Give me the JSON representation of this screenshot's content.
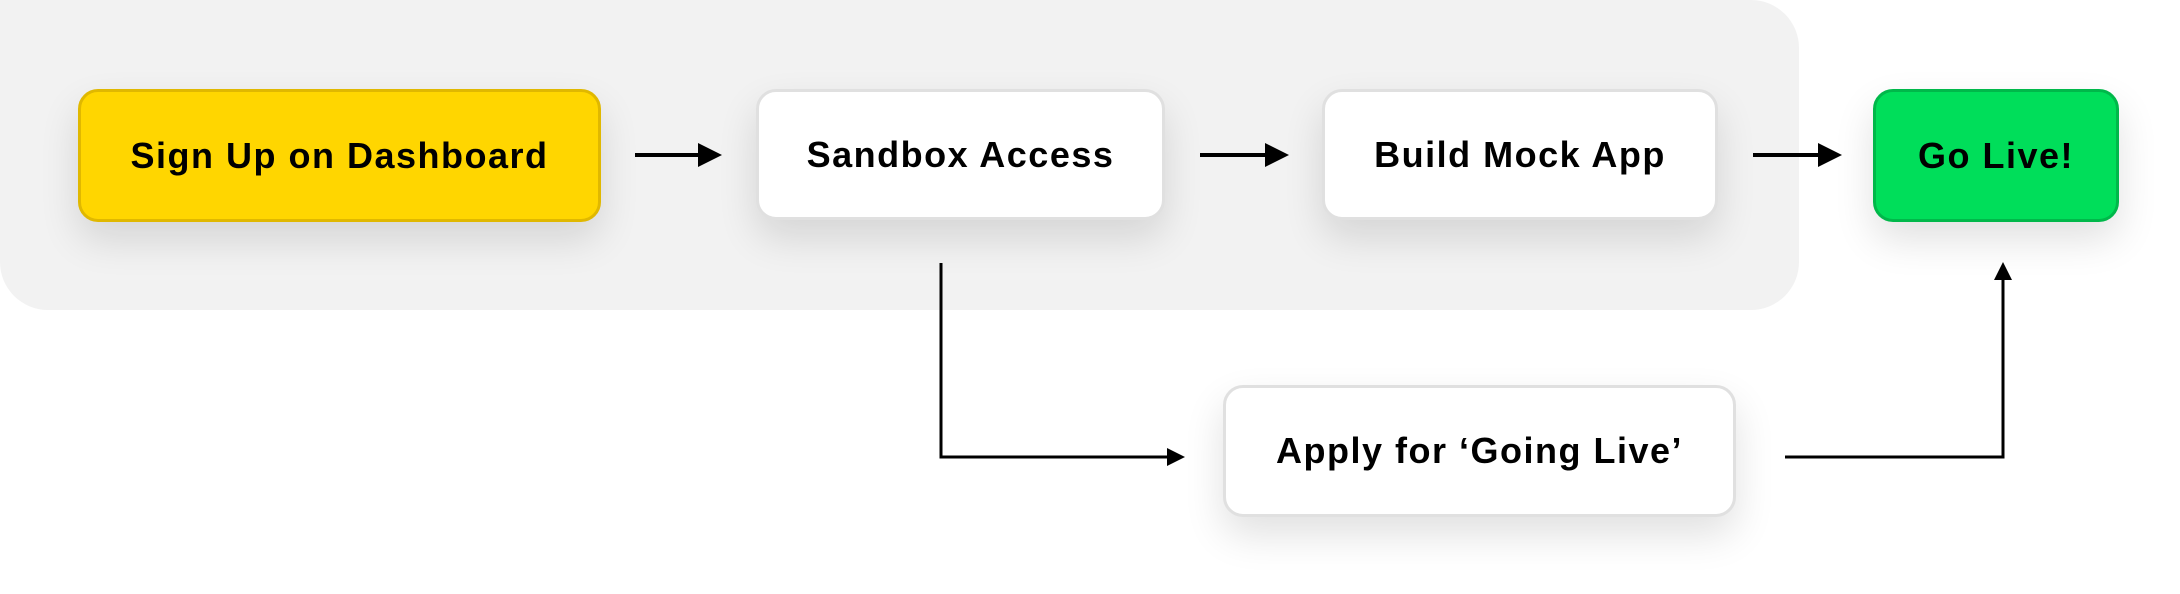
{
  "nodes": {
    "signup": {
      "label": "Sign Up on Dashboard",
      "color": "#ffd600"
    },
    "sandbox": {
      "label": "Sandbox Access",
      "color": "#ffffff"
    },
    "build": {
      "label": "Build Mock App",
      "color": "#ffffff"
    },
    "golive": {
      "label": "Go Live!",
      "color": "#00de5a"
    },
    "apply": {
      "label": "Apply for ‘Going Live’",
      "color": "#ffffff"
    }
  },
  "edges": [
    {
      "from": "signup",
      "to": "sandbox"
    },
    {
      "from": "sandbox",
      "to": "build"
    },
    {
      "from": "build",
      "to": "golive"
    },
    {
      "from": "sandbox",
      "to": "apply"
    },
    {
      "from": "apply",
      "to": "golive"
    }
  ]
}
